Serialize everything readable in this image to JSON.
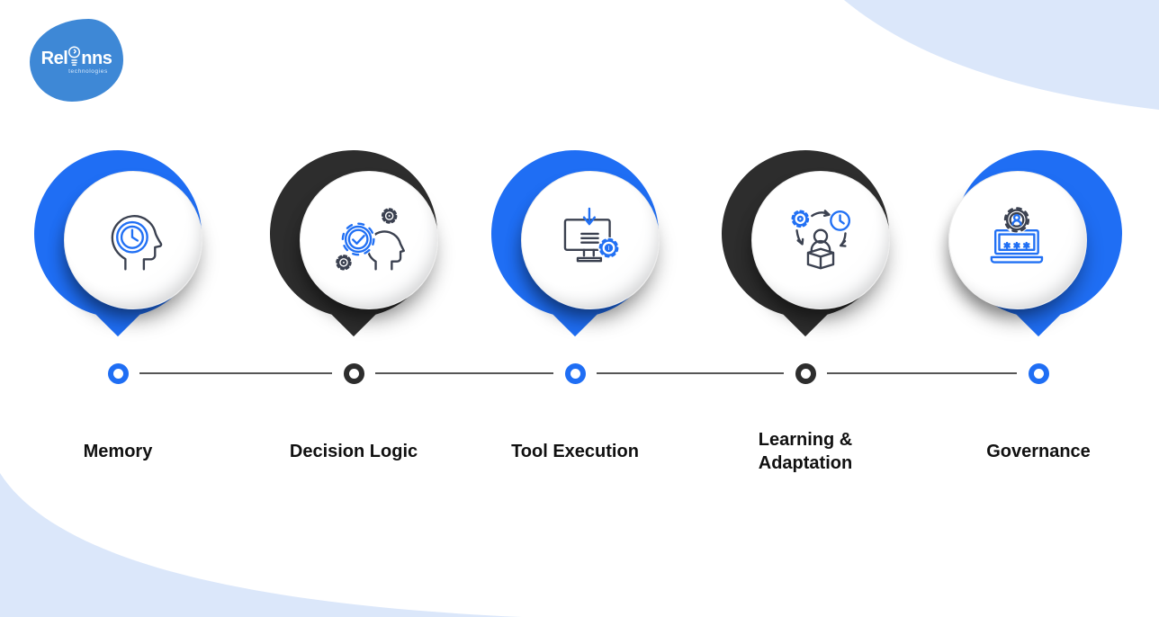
{
  "logo": {
    "brand_prefix": "Rel",
    "brand_suffix": "nns",
    "tagline": "technologies"
  },
  "colors": {
    "accent_blue": "#1f6ef4",
    "accent_dark": "#2d2d2d",
    "corner_light_blue": "#dbe7fa",
    "timeline_line": "#565656",
    "label_text": "#101010",
    "logo_blue": "#3e88d6"
  },
  "steps": [
    {
      "label": "Memory",
      "color": "blue",
      "icon": "head-clock-icon"
    },
    {
      "label": "Decision Logic",
      "color": "dark",
      "icon": "head-gears-check-icon"
    },
    {
      "label": "Tool Execution",
      "color": "blue",
      "icon": "monitor-arrow-gear-icon"
    },
    {
      "label": "Learning &\nAdaptation",
      "color": "dark",
      "icon": "person-box-gear-clock-icon"
    },
    {
      "label": "Governance",
      "color": "blue",
      "icon": "laptop-gear-user-icon"
    }
  ]
}
